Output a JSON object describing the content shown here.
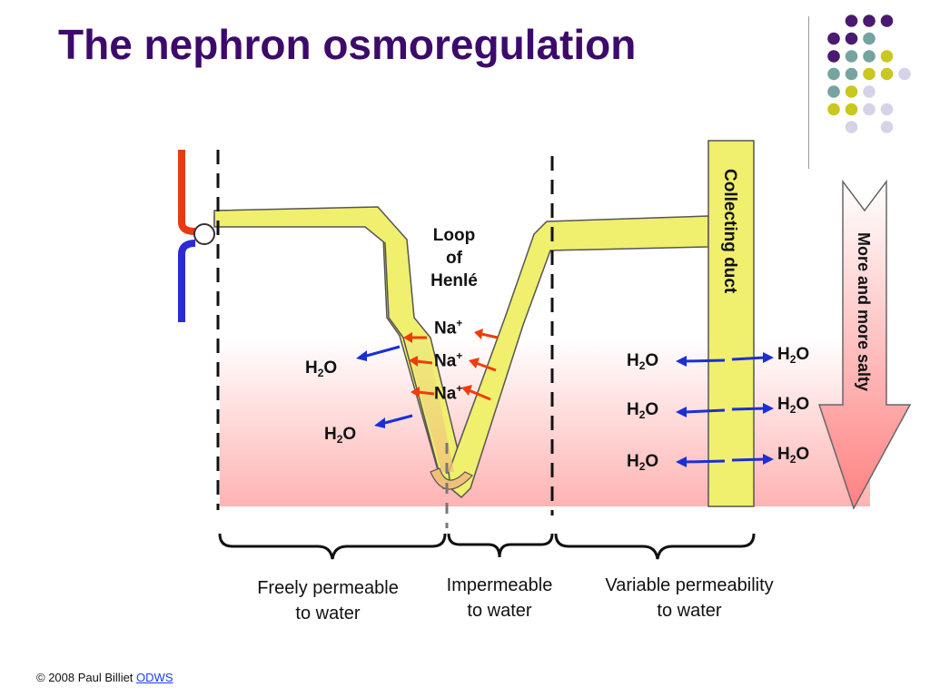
{
  "slide": {
    "title": "The nephron osmoregulation"
  },
  "labels": {
    "loop_line1": "Loop",
    "loop_line2": "of",
    "loop_line3": "Henlé",
    "na": "Na",
    "na_sup": "+",
    "h2o_h": "H",
    "h2o_sub": "2",
    "h2o_o": "O",
    "collecting_duct": "Collecting duct",
    "salty_arrow": "More and more salty"
  },
  "captions": {
    "freely_line1": "Freely permeable",
    "freely_line2": "to water",
    "imperm_line1": "Impermeable",
    "imperm_line2": "to water",
    "variable_line1": "Variable permeability",
    "variable_line2": "to water"
  },
  "footer": {
    "copyright": "© 2008 Paul Billiet",
    "link": "ODWS"
  },
  "colors": {
    "title": "#3d0a6b",
    "tubule": "#f0ef6e",
    "water_arrow": "#1a2fd6",
    "sodium_arrow": "#f03c0a",
    "salty_gradient_end": "#ff8b8b",
    "dot_purple": "#4b1a6e",
    "dot_teal": "#76a3a0",
    "dot_olive": "#c8c820",
    "dot_lilac": "#d5d3e8"
  }
}
